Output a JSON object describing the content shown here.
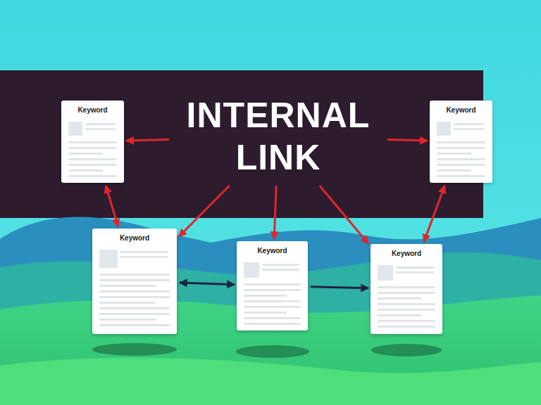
{
  "diagram": {
    "nodes": [
      {
        "text": [
          "INTERNAL LINK"
        ]
      },
      {
        "text": [
          "Keyword"
        ]
      },
      {
        "text": [
          "Keyword"
        ]
      },
      {
        "text": [
          "Keyword"
        ]
      },
      {
        "text": [
          "Keyword"
        ]
      },
      {
        "text": [
          "Keyword"
        ]
      }
    ],
    "edges": [
      {
        "from": 0,
        "to": 1,
        "arrow": "to"
      },
      {
        "from": 0,
        "to": 2,
        "arrow": "to"
      },
      {
        "from": 0,
        "to": 3,
        "arrow": "to"
      },
      {
        "from": 0,
        "to": 4,
        "arrow": "to"
      },
      {
        "from": 0,
        "to": 5,
        "arrow": "to"
      },
      {
        "from": 1,
        "to": 3,
        "arrow": "both"
      },
      {
        "from": 2,
        "to": 5,
        "arrow": "both"
      },
      {
        "from": 3,
        "to": 4,
        "arrow": "both"
      },
      {
        "from": 4,
        "to": 5,
        "arrow": "to"
      }
    ]
  }
}
